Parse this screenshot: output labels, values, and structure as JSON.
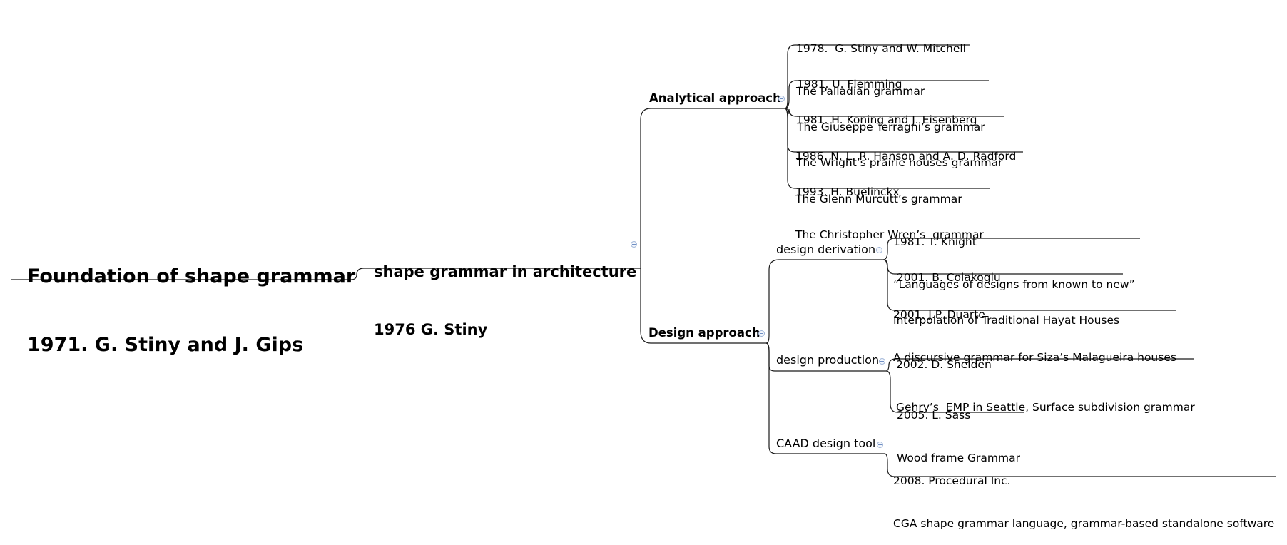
{
  "root": {
    "line1": "Foundation of shape grammar",
    "line2": "1971. G. Stiny and J. Gips"
  },
  "main": {
    "line1": "shape grammar in architecture",
    "line2": "1976 G. Stiny"
  },
  "analytical": {
    "label": "Analytical approach",
    "items": [
      {
        "line1": "1978.  G. Stiny and W. Mitchell",
        "line2": "The Palladian grammar"
      },
      {
        "line1": "1981. U. Flemming",
        "line2": "The Giuseppe Terragni’s grammar"
      },
      {
        "line1": "1981. H. Koning and J. Eisenberg",
        "line2": "The Wright’s prairie houses grammar"
      },
      {
        "line1": "1986. N. L. R. Hanson and A. D. Radford",
        "line2": "The Glenn Murcutt’s grammar"
      },
      {
        "line1": "1993. H. Buelinckx",
        "line2": "The Christopher Wren’s  grammar"
      }
    ]
  },
  "design": {
    "label": "Design approach",
    "derivation": {
      "label": "design derivation",
      "items": [
        {
          "line1": "1981. T. Knight",
          "line2": "“Languages of designs from known to new”"
        },
        {
          "line1": " 2001. B. Colakoglu",
          "line2": "Interpolation of Traditional Hayat Houses"
        },
        {
          "line1": "2001. J.P. Duarte",
          "line2": "A discursive grammar for Siza’s Malagueira houses"
        }
      ]
    },
    "production": {
      "label": "design production",
      "items": [
        {
          "line1": "2002. D. Shelden",
          "line2": "Gehry’s  EMP in Seattle, Surface subdivision grammar"
        },
        {
          "line1": "2005. L. Sass",
          "line2": "Wood frame Grammar"
        }
      ]
    },
    "caad": {
      "label": "CAAD design tool",
      "items": [
        {
          "line1": "2008. Procedural Inc.",
          "line2": "CGA shape grammar language, grammar-based standalone software"
        }
      ]
    }
  }
}
